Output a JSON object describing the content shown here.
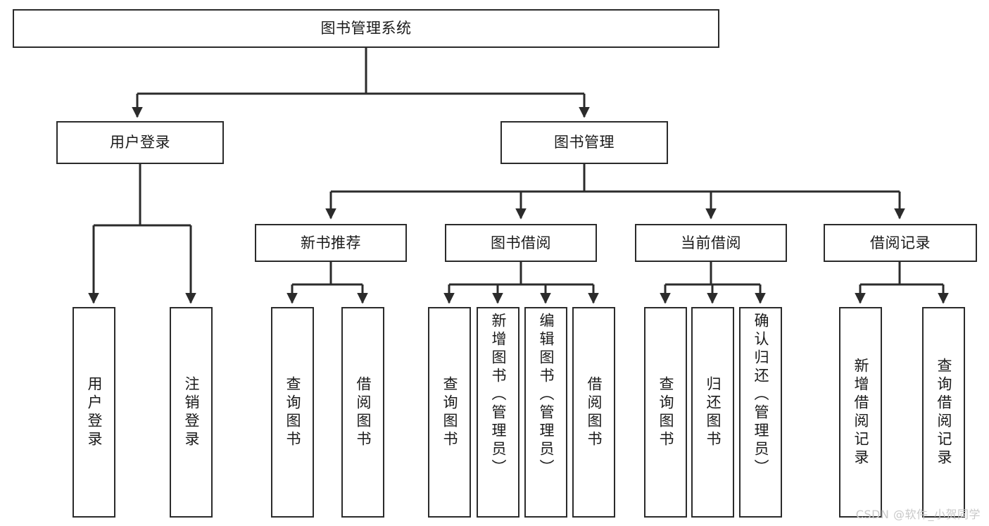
{
  "diagram": {
    "type": "tree-hierarchy",
    "title": "图书管理系统",
    "orientation": "top-down",
    "colors": {
      "box_stroke": "#2b2b2b",
      "box_fill": "#ffffff",
      "connector": "#2b2b2b",
      "text": "#1a1a1a",
      "watermark": "#c9c9c9",
      "background": "#ffffff"
    },
    "root": {
      "label": "图书管理系统"
    },
    "level2": [
      {
        "label": "用户登录"
      },
      {
        "label": "图书管理"
      }
    ],
    "level3": [
      {
        "label": "新书推荐"
      },
      {
        "label": "图书借阅"
      },
      {
        "label": "当前借阅"
      },
      {
        "label": "借阅记录"
      }
    ],
    "leaves": {
      "user_login": [
        {
          "label": "用户登录"
        },
        {
          "label": "注销登录"
        }
      ],
      "new_book_recommend": [
        {
          "label": "查询图书"
        },
        {
          "label": "借阅图书"
        }
      ],
      "book_borrow": [
        {
          "label": "查询图书"
        },
        {
          "label": "新增图书（管理员）"
        },
        {
          "label": "编辑图书（管理员）"
        },
        {
          "label": "借阅图书"
        }
      ],
      "current_borrow": [
        {
          "label": "查询图书"
        },
        {
          "label": "归还图书"
        },
        {
          "label": "确认归还（管理员）"
        }
      ],
      "borrow_record": [
        {
          "label": "新增借阅记录"
        },
        {
          "label": "查询借阅记录"
        }
      ]
    }
  },
  "watermark": {
    "text": "CSDN @软件_小贺同学"
  }
}
